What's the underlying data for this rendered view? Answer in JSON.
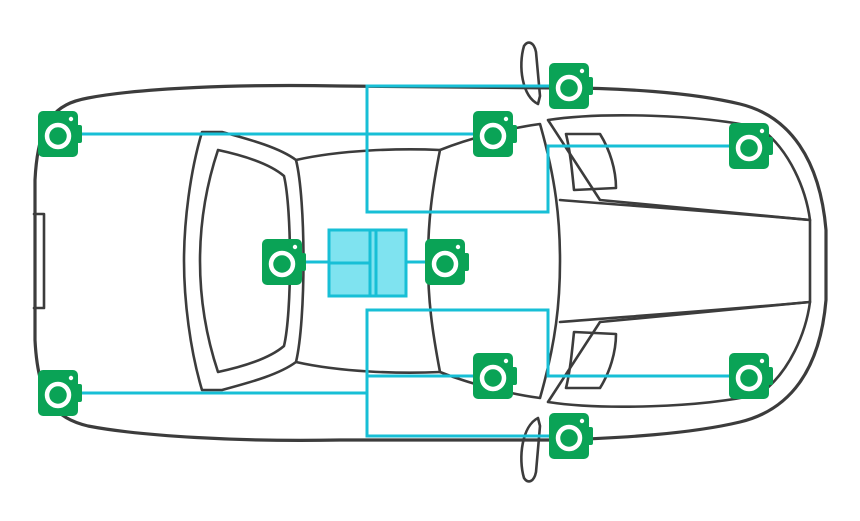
{
  "diagram": {
    "subject": "car-top-view",
    "colors": {
      "background": "#ffffff",
      "car_body": "#f2f2f2",
      "car_outline": "#3c3c3c",
      "wire": "#17bfd6",
      "hub_fill": "#7fe3f0",
      "hub_stroke": "#17bfd6",
      "camera": "#0aa356",
      "camera_detail": "#ffffff"
    },
    "icons": {
      "camera": "camera-icon",
      "hub": "processing-unit-icon"
    },
    "camera_count": 10,
    "hub_count": 1
  }
}
